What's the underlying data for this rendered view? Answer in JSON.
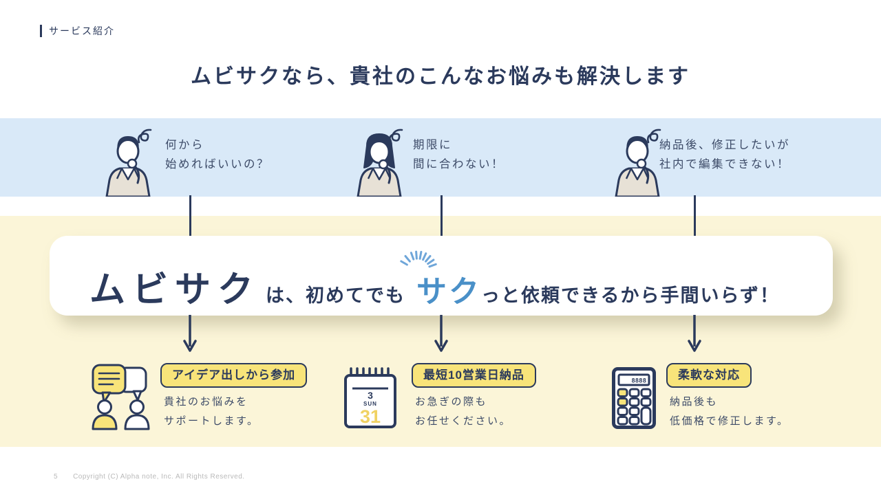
{
  "slide": {
    "eyebrow": "サービス紹介",
    "title": "ムビサクなら、貴社のこんなお悩みも解決します",
    "footer": {
      "page_number": "5",
      "copyright": "Copyright (C) Alpha note, Inc. All Rights Reserved."
    }
  },
  "concerns": [
    {
      "line1": "何から",
      "line2": "始めればいいの？"
    },
    {
      "line1": "期限に",
      "line2": "間に合わない！"
    },
    {
      "line1": "納品後、修正したいが",
      "line2": "社内で編集できない！"
    }
  ],
  "banner": {
    "brand": "ムビサク",
    "connector": "は、初めてでも",
    "highlight": "サク",
    "tail": "っと依頼できるから手間いらず！"
  },
  "features": [
    {
      "badge": "アイデア出しから参加",
      "line1": "貴社のお悩みを",
      "line2": "サポートします。"
    },
    {
      "badge": "最短10営業日納品",
      "line1": "お急ぎの際も",
      "line2": "お任せください。"
    },
    {
      "badge": "柔軟な対応",
      "line1": "納品後も",
      "line2": "低価格で修正します。"
    }
  ],
  "calendar": {
    "month": "3",
    "weekday": "SUN",
    "day": "31"
  },
  "calculator": {
    "display": "8888"
  },
  "colors": {
    "navy": "#2b3a5c",
    "band_blue": "#d9e9f8",
    "band_yellow": "#fbf5d8",
    "badge_yellow": "#f8e47a",
    "highlight_blue": "#4a90c8",
    "suit_beige": "#e7e1d6",
    "footer_gray": "#b9b9b9"
  }
}
